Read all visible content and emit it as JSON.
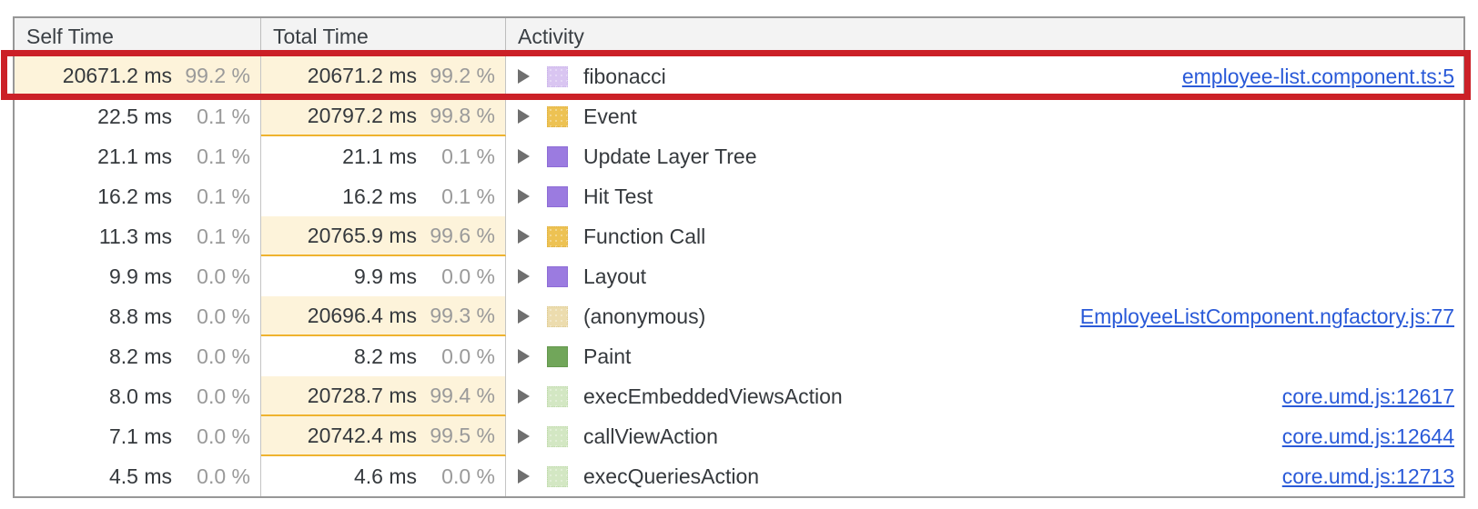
{
  "table": {
    "columns": [
      {
        "label": "Self Time"
      },
      {
        "label": "Total Time"
      },
      {
        "label": "Activity"
      }
    ],
    "rows": [
      {
        "self_ms": "20671.2 ms",
        "self_pct": "99.2 %",
        "self_hl": true,
        "total_ms": "20671.2 ms",
        "total_pct": "99.2 %",
        "total_hl": true,
        "icon": "script-purple",
        "activity": "fibonacci",
        "link": "employee-list.component.ts:5",
        "annotated": true
      },
      {
        "self_ms": "22.5 ms",
        "self_pct": "0.1 %",
        "self_hl": false,
        "total_ms": "20797.2 ms",
        "total_pct": "99.8 %",
        "total_hl": true,
        "icon": "event-orange",
        "activity": "Event",
        "link": "",
        "annotated": false
      },
      {
        "self_ms": "21.1 ms",
        "self_pct": "0.1 %",
        "self_hl": false,
        "total_ms": "21.1 ms",
        "total_pct": "0.1 %",
        "total_hl": false,
        "icon": "solid-purple",
        "activity": "Update Layer Tree",
        "link": "",
        "annotated": false
      },
      {
        "self_ms": "16.2 ms",
        "self_pct": "0.1 %",
        "self_hl": false,
        "total_ms": "16.2 ms",
        "total_pct": "0.1 %",
        "total_hl": false,
        "icon": "solid-purple",
        "activity": "Hit Test",
        "link": "",
        "annotated": false
      },
      {
        "self_ms": "11.3 ms",
        "self_pct": "0.1 %",
        "self_hl": false,
        "total_ms": "20765.9 ms",
        "total_pct": "99.6 %",
        "total_hl": true,
        "icon": "event-orange",
        "activity": "Function Call",
        "link": "",
        "annotated": false
      },
      {
        "self_ms": "9.9 ms",
        "self_pct": "0.0 %",
        "self_hl": false,
        "total_ms": "9.9 ms",
        "total_pct": "0.0 %",
        "total_hl": false,
        "icon": "solid-purple",
        "activity": "Layout",
        "link": "",
        "annotated": false
      },
      {
        "self_ms": "8.8 ms",
        "self_pct": "0.0 %",
        "self_hl": false,
        "total_ms": "20696.4 ms",
        "total_pct": "99.3 %",
        "total_hl": true,
        "icon": "pale-tan",
        "activity": "(anonymous)",
        "link": "EmployeeListComponent.ngfactory.js:77",
        "annotated": false
      },
      {
        "self_ms": "8.2 ms",
        "self_pct": "0.0 %",
        "self_hl": false,
        "total_ms": "8.2 ms",
        "total_pct": "0.0 %",
        "total_hl": false,
        "icon": "solid-green",
        "activity": "Paint",
        "link": "",
        "annotated": false
      },
      {
        "self_ms": "8.0 ms",
        "self_pct": "0.0 %",
        "self_hl": false,
        "total_ms": "20728.7 ms",
        "total_pct": "99.4 %",
        "total_hl": true,
        "icon": "pale-green",
        "activity": "execEmbeddedViewsAction",
        "link": "core.umd.js:12617",
        "annotated": false
      },
      {
        "self_ms": "7.1 ms",
        "self_pct": "0.0 %",
        "self_hl": false,
        "total_ms": "20742.4 ms",
        "total_pct": "99.5 %",
        "total_hl": true,
        "icon": "pale-green",
        "activity": "callViewAction",
        "link": "core.umd.js:12644",
        "annotated": false
      },
      {
        "self_ms": "4.5 ms",
        "self_pct": "0.0 %",
        "self_hl": false,
        "total_ms": "4.6 ms",
        "total_pct": "0.0 %",
        "total_hl": false,
        "icon": "pale-green",
        "activity": "execQueriesAction",
        "link": "core.umd.js:12713",
        "annotated": false
      }
    ]
  },
  "icon_styles": {
    "script-purple": {
      "bg": "#d9c5f1",
      "border": "#c9b2e9",
      "dotted": true
    },
    "event-orange": {
      "bg": "#edc253",
      "border": "#dfaf40",
      "dotted": true
    },
    "solid-purple": {
      "bg": "#9b7be0",
      "border": "#8d6cd6",
      "dotted": false
    },
    "pale-tan": {
      "bg": "#ecdcae",
      "border": "#ddc98f",
      "dotted": true
    },
    "solid-green": {
      "bg": "#71a65a",
      "border": "#63974d",
      "dotted": false
    },
    "pale-green": {
      "bg": "#d3e7c3",
      "border": "#bcd8a7",
      "dotted": true
    }
  },
  "colors": {
    "annotation_red": "#cb2027",
    "highlight_cell_bg": "#fdf3da",
    "highlight_cell_border": "#efb32e",
    "link_blue": "#2a5ad8",
    "header_bg": "#f3f3f3"
  }
}
